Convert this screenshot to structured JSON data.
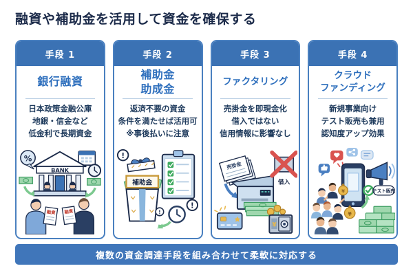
{
  "page": {
    "title": "融資や補助金を活用して資金を確保する",
    "footer": "複数の資金調達手段を組み合わせて柔軟に対応する"
  },
  "colors": {
    "title_navy": "#1c2b4a",
    "header_blue": "#3b72b4",
    "card_border_blue": "#4a80c0",
    "card_title_blue": "#2e6fbd",
    "body_text_navy": "#1e3a5c",
    "footer_blue": "#4076ba",
    "money_green": "#9fd7ae",
    "alert_red": "#d9534f",
    "check_green": "#3faa5f",
    "coin_gold": "#e8b84b"
  },
  "cards": [
    {
      "badge": "手段 1",
      "title_line1": "銀行融資",
      "desc": [
        "日本政策金融公庫",
        "地銀・信金など",
        "低金利で長期資金"
      ],
      "labels": {
        "bank": "BANK",
        "doc": "融資",
        "percent": "%"
      }
    },
    {
      "badge": "手段 2",
      "title_line1": "補助金",
      "title_line2": "助成金",
      "desc": [
        "返済不要の資金",
        "条件を満たせば活用可",
        "※事後払いに注意"
      ],
      "labels": {
        "box": "補助金",
        "alert": "!"
      }
    },
    {
      "badge": "手段 3",
      "title_line1": "ファクタリング",
      "desc": [
        "売掛金を即現金化",
        "借入ではない",
        "信用情報に影響なし"
      ],
      "labels": {
        "invoice": "売掛金",
        "loan": "借入",
        "yen": "¥"
      }
    },
    {
      "badge": "手段 4",
      "title_line1": "クラウド",
      "title_line2": "ファンディング",
      "desc": [
        "新規事業向け",
        "テスト販売も兼用",
        "認知度アップ効果"
      ],
      "labels": {
        "test": "テスト販売",
        "yen": "¥"
      }
    }
  ]
}
